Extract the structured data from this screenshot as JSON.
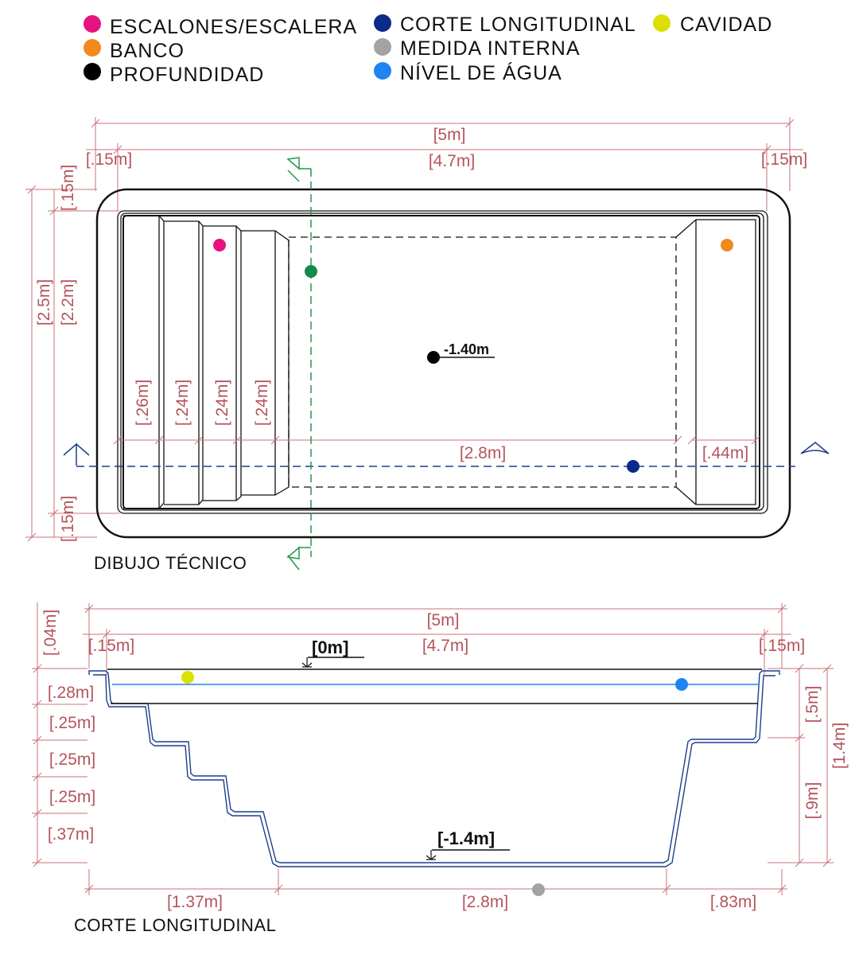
{
  "legend": {
    "items": [
      {
        "label": "ESCALONES/ESCALERA",
        "color": "#e6127f"
      },
      {
        "label": "BANCO",
        "color": "#f28a1b"
      },
      {
        "label": "PROFUNDIDAD",
        "color": "#000000"
      },
      {
        "label": "CORTE LONGITUDINAL",
        "color": "#0b2a8a"
      },
      {
        "label": "MEDIDA INTERNA",
        "color": "#a3a3a3"
      },
      {
        "label": "NÍVEL DE ÁGUA",
        "color": "#1f84f2"
      },
      {
        "label": "CAVIDAD",
        "color": "#dbe000"
      }
    ]
  },
  "plan": {
    "caption": "DIBUJO TÉCNICO",
    "depth_label": "-1.40m",
    "dims": {
      "total_length": "[5m]",
      "inner_length": "[4.7m]",
      "rim_left": "[.15m]",
      "rim_right": "[.15m]",
      "total_width": "[2.5m]",
      "inner_width": "[2.2m]",
      "rim_top": "[.15m]",
      "rim_bottom": "[.15m]",
      "step_1": "[.26m]",
      "step_2": "[.24m]",
      "step_3": "[.24m]",
      "step_4": "[.24m]",
      "floor_length": "[2.8m]",
      "bench_width": "[.44m]"
    }
  },
  "section": {
    "caption": "CORTE LONGITUDINAL",
    "level_top": "[0m]",
    "level_bottom": "[-1.4m]",
    "dims": {
      "total_length": "[5m]",
      "inner_length": "[4.7m]",
      "rim_left": "[.15m]",
      "rim_right": "[.15m]",
      "lip": "[.04m]",
      "step_h1": "[.28m]",
      "step_h2": "[.25m]",
      "step_h3": "[.25m]",
      "step_h4": "[.25m]",
      "step_h5": "[.37m]",
      "bench_depth": "[.5m]",
      "lower_depth": "[.9m]",
      "total_depth": "[1.4m]",
      "steps_run": "[1.37m]",
      "floor_length": "[2.8m]",
      "end_run": "[.83m]"
    }
  }
}
